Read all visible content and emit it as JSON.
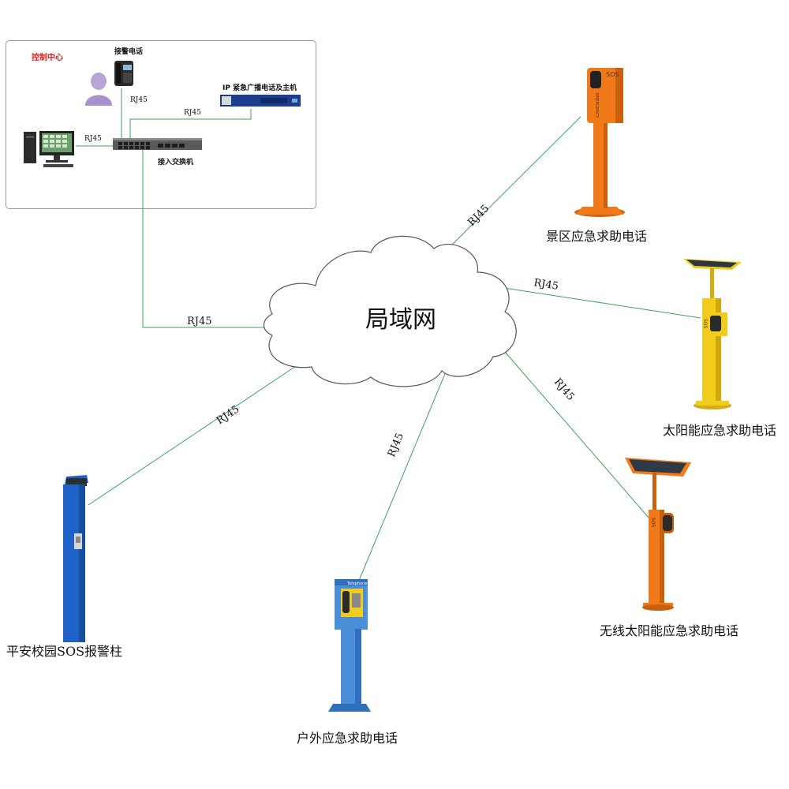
{
  "control_center": {
    "title": "控制中心",
    "alarm_phone_label": "接警电话",
    "host_label": "IP 紧急广播电话及主机",
    "switch_label": "接入交换机",
    "rj45_phone": "RJ45",
    "rj45_host": "RJ45",
    "rj45_pc": "RJ45"
  },
  "network": {
    "label": "局域网",
    "rj45_control": "RJ45"
  },
  "devices": {
    "scenic": {
      "label": "景区应急求助电话",
      "rj45": "RJ45",
      "panel_text": "SOS",
      "side_text": "EMERGENCY"
    },
    "solar": {
      "label": "太阳能应急求助电话",
      "rj45": "RJ45",
      "panel_text": "SOS"
    },
    "wireless_solar": {
      "label": "无线太阳能应急求助电话",
      "rj45": "RJ45",
      "panel_text": "SOS"
    },
    "outdoor": {
      "label": "户外应急求助电话",
      "rj45": "RJ45",
      "panel_text": "Telephone"
    },
    "campus": {
      "label": "平安校园SOS报警柱",
      "rj45": "RJ45"
    }
  },
  "colors": {
    "link": "#3aa55a",
    "orange": "#f07a1a",
    "yellow": "#f2cc1c",
    "blue": "#1f63c8",
    "light_blue": "#4a8fd8",
    "alert_red": "#e02020"
  }
}
